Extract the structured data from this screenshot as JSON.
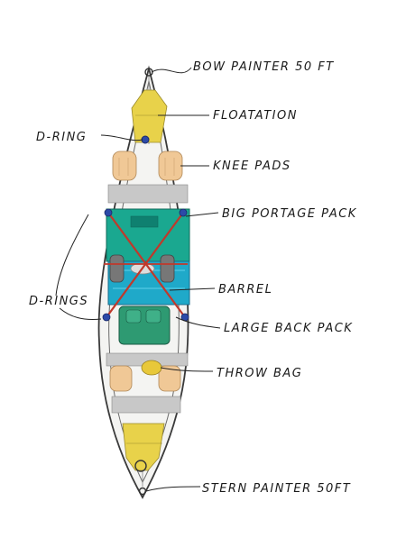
{
  "labels": {
    "bow_painter": "BOW PAINTER 50 FT",
    "floatation": "FLOATATION",
    "d_ring": "D-RING",
    "knee_pads": "KNEE PADS",
    "big_portage_pack": "BIG PORTAGE PACK",
    "barrel": "BARREL",
    "d_rings": "D-RINGS",
    "large_back_pack": "LARGE BACK PACK",
    "throw_bag": "THROW BAG",
    "stern_painter": "STERN PAINTER 50FT"
  },
  "colors": {
    "hull_outline": "#3a3a3a",
    "floatation": "#e8d24a",
    "knee_pads": "#f0c896",
    "seat_gray": "#c8c8c8",
    "portage_pack": "#1aa890",
    "barrel": "#1fa9c9",
    "back_pack": "#2e9a72",
    "cross_straps": "#c0392b",
    "d_ring": "#2c4aa8",
    "throw_bag": "#e8c83a"
  }
}
